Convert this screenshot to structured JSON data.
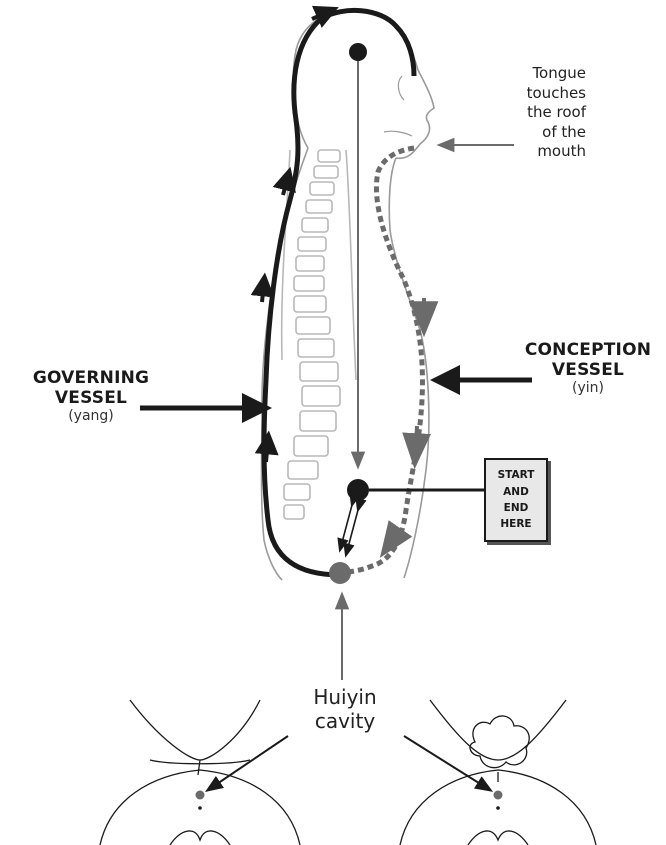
{
  "labels": {
    "governing_title": "GOVERNING",
    "governing_title2": "VESSEL",
    "governing_sub": "(yang)",
    "conception_title": "CONCEPTION",
    "conception_title2": "VESSEL",
    "conception_sub": "(yin)",
    "tongue_lines": [
      "Tongue",
      "touches",
      "the roof",
      "of the",
      "mouth"
    ],
    "start_lines": [
      "START",
      "AND",
      "END",
      "HERE"
    ],
    "huiyin_lines": [
      "Huiyin",
      "cavity"
    ]
  },
  "colors": {
    "ink": "#1a1a1a",
    "gray_channel": "#6b6b6b",
    "light_outline": "#9a9a9a",
    "spine": "#b8b8b8",
    "start_box_fill": "#e8e8e8"
  }
}
